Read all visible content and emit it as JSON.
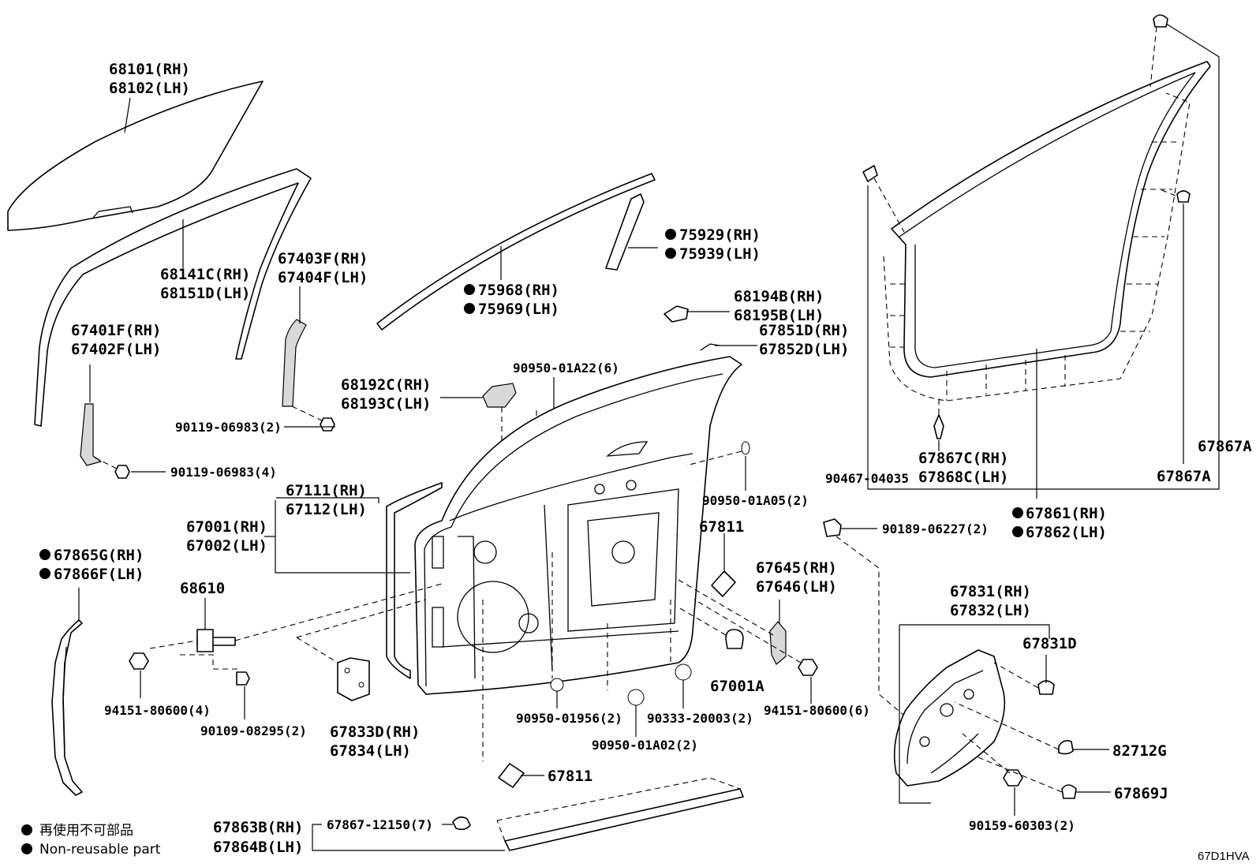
{
  "labels": {
    "glass_rh": "68101(RH)",
    "glass_lh": "68102(LH)",
    "run_rh": "68141C(RH)",
    "run_lh": "68151D(LH)",
    "sash_f_rh": "67403F(RH)",
    "sash_f_lh": "67404F(LH)",
    "sash_r_rh": "67401F(RH)",
    "sash_r_lh": "67402F(LH)",
    "bolt_a": "90119-06983(2)",
    "bolt_b": "90119-06983(4)",
    "belt_rh": "75968(RH)",
    "belt_lh": "75969(LH)",
    "garn_rh": "75929(RH)",
    "garn_lh": "75939(LH)",
    "clip6": "90950-01A22(6)",
    "brk_rh": "68192C(RH)",
    "brk_lh": "68193C(LH)",
    "stop_rh": "68194B(RH)",
    "stop_lh": "68195B(LH)",
    "cover_rh": "67851D(RH)",
    "cover_lh": "67852D(LH)",
    "panel_rh": "67111(RH)",
    "panel_lh": "67112(LH)",
    "door_rh": "67001(RH)",
    "door_lh": "67002(LH)",
    "plug_a05": "90950-01A05(2)",
    "seal_rh": "67865G(RH)",
    "seal_lh": "67866F(LH)",
    "check": "68610",
    "nut_4": "94151-80600(4)",
    "bolt_08295": "90109-08295(2)",
    "hole_rh": "67833D(RH)",
    "hole_lh": "67834(LH)",
    "pad_a": "67811",
    "pad_b": "67811",
    "bkt_rh": "67645(RH)",
    "bkt_lh": "67646(LH)",
    "cushion": "67001A",
    "nut_6": "94151-80600(6)",
    "plug_1956": "90950-01956(2)",
    "plug_20003": "90333-20003(2)",
    "plug_a02": "90950-01A02(2)",
    "ws_rh": "67861(RH)",
    "ws_lh": "67862(LH)",
    "clip_04035": "90467-04035",
    "clip_c_rh": "67867C(RH)",
    "clip_c_lh": "67868C(LH)",
    "clip_a1": "67867A",
    "clip_a2": "67867A",
    "clip_06227": "90189-06227(2)",
    "trim_rh": "67831(RH)",
    "trim_lh": "67832(LH)",
    "trim_d": "67831D",
    "clip_g": "82712G",
    "clip_j": "67869J",
    "screw_60303": "90159-60303(2)",
    "bottom_rh": "67863B(RH)",
    "bottom_lh": "67864B(LH)",
    "clip_12150": "67867-12150(7)"
  },
  "legend": {
    "jp": "再使用不可部品",
    "en": "Non-reusable part"
  },
  "code": "67D1HVA"
}
